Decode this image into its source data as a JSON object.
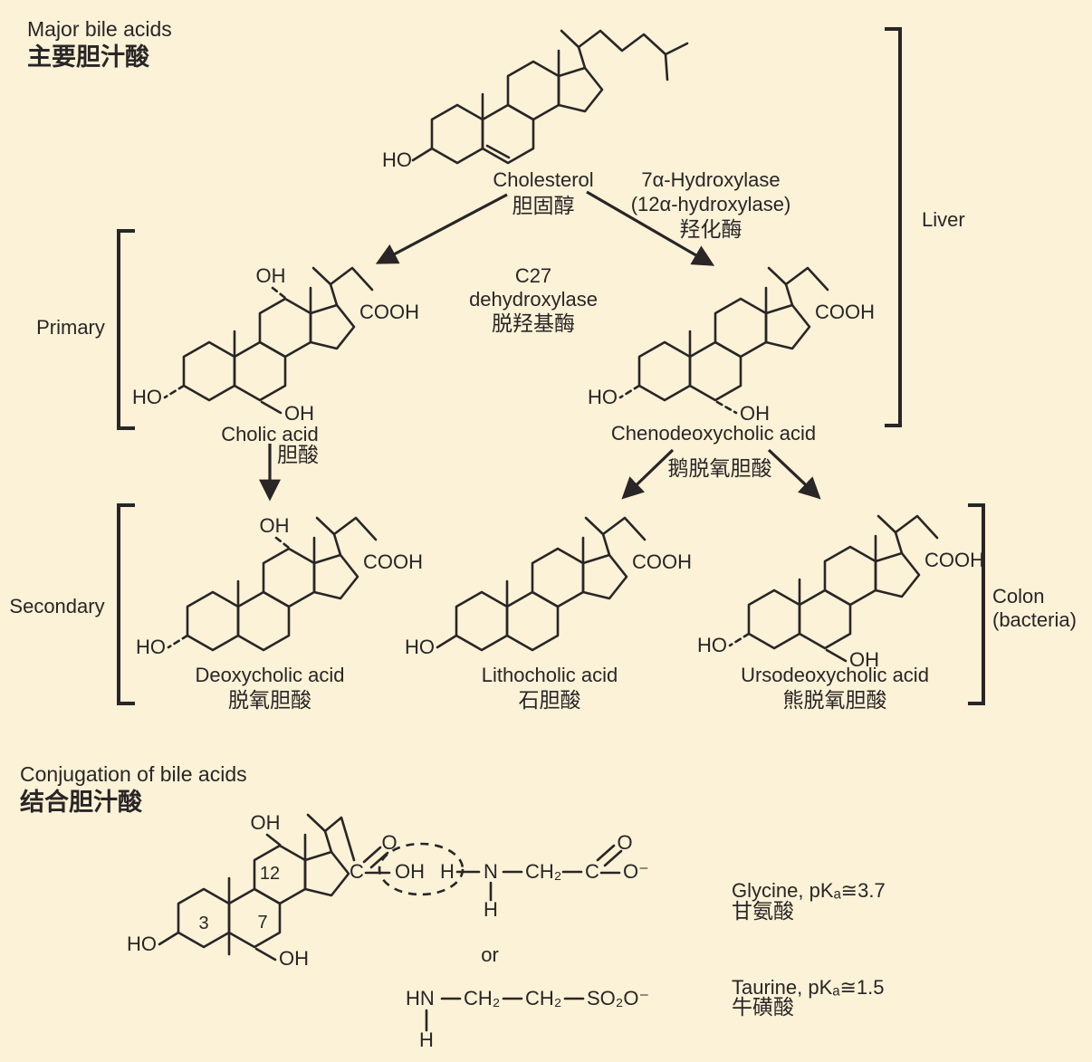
{
  "page": {
    "background": "#FBF2D7",
    "ink": "#2a2526"
  },
  "header": {
    "title_en": "Major bile acids",
    "title_zh": "主要胆汁酸"
  },
  "conjugation_header": {
    "title_en": "Conjugation of bile acids",
    "title_zh": "结合胆汁酸"
  },
  "regions": {
    "primary": "Primary",
    "secondary": "Secondary",
    "liver": "Liver",
    "colon": "Colon",
    "colon_note": "(bacteria)"
  },
  "enzymes": {
    "hydroxylase": {
      "l1": "7α-Hydroxylase",
      "l2": "(12α-hydroxylase)",
      "l3": "羟化酶"
    },
    "dehydroxylase": {
      "l1": "C27",
      "l2": "dehydroxylase",
      "l3": "脱羟基酶"
    }
  },
  "compounds": {
    "cholesterol": {
      "en": "Cholesterol",
      "zh": "胆固醇",
      "ho": "HO"
    },
    "cholic": {
      "en": "Cholic acid",
      "zh": "胆酸",
      "ho": "HO",
      "oh7": "OH",
      "oh12": "OH",
      "cooh": "COOH"
    },
    "cheno": {
      "en": "Chenodeoxycholic acid",
      "zh": "鹅脱氧胆酸",
      "ho": "HO",
      "oh7": "OH",
      "cooh": "COOH"
    },
    "deoxy": {
      "en": "Deoxycholic acid",
      "zh": "脱氧胆酸",
      "ho": "HO",
      "oh12": "OH",
      "cooh": "COOH"
    },
    "litho": {
      "en": "Lithocholic acid",
      "zh": "石胆酸",
      "ho": "HO",
      "cooh": "COOH"
    },
    "urso": {
      "en": "Ursodeoxycholic acid",
      "zh": "熊脱氧胆酸",
      "ho": "HO",
      "oh7": "OH",
      "cooh": "COOH"
    }
  },
  "conjugate": {
    "ho": "HO",
    "oh7": "OH",
    "oh12": "OH",
    "n3": "3",
    "n7": "7",
    "n12": "12",
    "c": "C",
    "o": "O",
    "oh": "OH"
  },
  "glycine": {
    "h": "H",
    "n": "N",
    "h_sub": "H",
    "ch2": "CH₂",
    "c": "C",
    "o": "O",
    "o_minus": "O⁻",
    "label": "Glycine, pKₐ≅3.7",
    "label_zh": "甘氨酸"
  },
  "or_label": "or",
  "taurine": {
    "hn": "HN",
    "ch2a": "CH₂",
    "ch2b": "CH₂",
    "so2o": "SO₂O⁻",
    "h": "H",
    "label": "Taurine, pKₐ≅1.5",
    "label_zh": "牛磺酸"
  }
}
